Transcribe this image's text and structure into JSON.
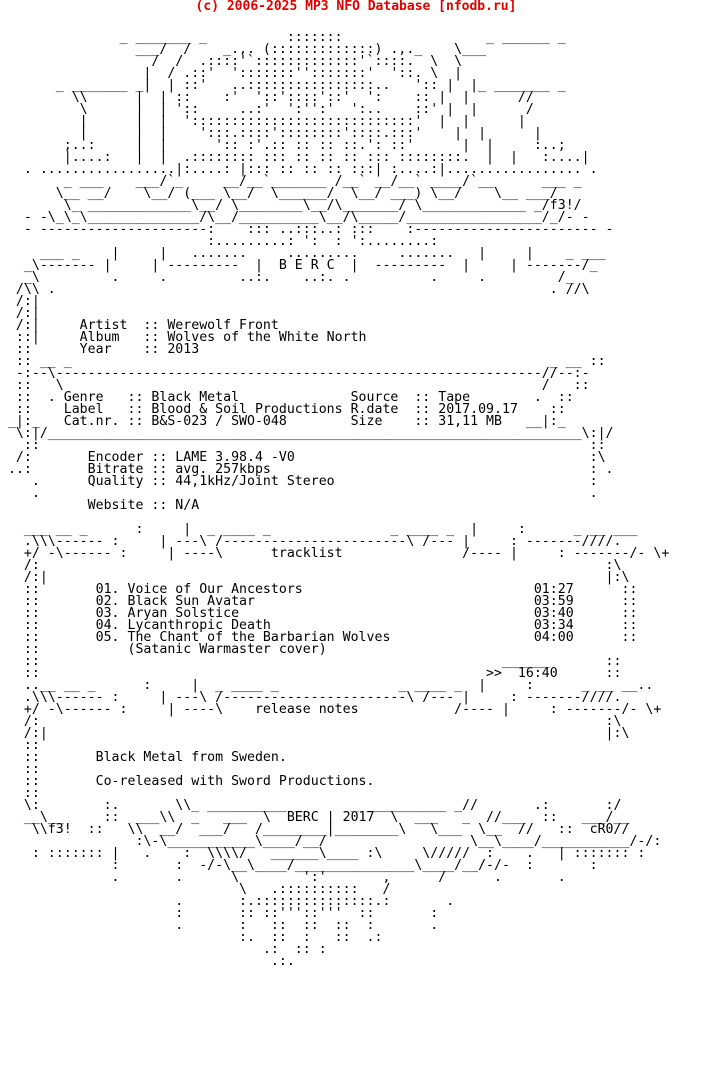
{
  "header": {
    "text": "(c) 2006-2025 MP3 NFO Database [nfodb.ru]",
    "color": "#e00000"
  },
  "art": {
    "logo": [
      "                ",
      "               _ _______ _          :::::::                  _ ______ _",
      "                 ___/  /    _.,. (:::::::::::::) .,._    \\___",
      "                   /  /  .::::'`:::::::::::::'`::::.  \\  \\",
      "                  |  / .::'  ':::::::'':::::::'  '::. \\  |",
      "       _ _______ _|  | ::'   ..::::::::::::::::..   ':: |  |_ _______ _",
      "         \\\\      |  | ::    :'  '::'::::'::'  ':    :: |  |      //",
      "          \\      |  | '::     ..:'  ':'':'  ':..    ::' |  |      /",
      "          |      |  |  '::::::::::::::::::::::::::::'  |  |      |",
      "          |      |  |    ':::.::::'::::::::'::::.:::'    |  |      |",
      "        ;..:     |  |      ':: :'.:: :: :: ::.': ::'      |  |     :..;",
      "        |....:   |  |  .:::::::: ::: :: :: :: ::: ::::::::.  |  |   :....|",
      "   . .................|:....: |::: :: :: :: :::| :....:|................. .",
      "        _ ___    ___/`_     __/__`_______ /__` __/__` ____/`__      ___ _",
      "       \\__ __/    \\__/ (___ \\__/  \\______/  \\__/ ___) \\__/    \\__ ___/",
      "        \\_ _____________\\__/ \\________\\__/\\_______/ \\_____________ _/f3!/",
      "   - -\\_\\_\\______________/\\__/__________\\__/\\_____/_________________/_/- -",
      "   - ---------------------:    ::: ..:::..: :::    :----------------------- -",
      "                          :.........: ':  : ':........:",
      "     ___ _    |     |   .......     .........     .......   |     |    _ ___",
      "   _\\------- |     | ---------  |  B E R C  |  ---------  |     | -------/_",
      "   _\\         .     .         ..:.    ..:. .          .     .         /_",
      "  /\\\\ .                                                              . //\\",
      "  /:|"
    ]
  },
  "release": {
    "artist_label": "Artist",
    "artist": "Werewolf Front",
    "album_label": "Album",
    "album": "Wolves of the White North",
    "year_label": "Year",
    "year": "2013",
    "genre_label": "Genre",
    "genre": "Black Metal",
    "label_label": "Label",
    "label": "Blood & Soil Productions",
    "catnr_label": "Cat.nr.",
    "catnr": "B&S-023 / SWO-048",
    "source_label": "Source",
    "source": "Tape",
    "rdate_label": "R.date",
    "rdate": "2017.09.17",
    "size_label": "Size",
    "size": "31,11 MB",
    "encoder_label": "Encoder",
    "encoder": "LAME 3.98.4 -V0",
    "bitrate_label": "Bitrate",
    "bitrate": "avg. 257kbps",
    "quality_label": "Quality",
    "quality": "44,1kHz/Joint Stereo",
    "website_label": "Website",
    "website": "N/A"
  },
  "tracklist": {
    "title": "tracklist",
    "tracks": [
      {
        "num": "01.",
        "title": "Voice of Our Ancestors",
        "time": "01:27"
      },
      {
        "num": "02.",
        "title": "Black Sun Avatar",
        "time": "03:59"
      },
      {
        "num": "03.",
        "title": "Aryan Solstice",
        "time": "03:40"
      },
      {
        "num": "04.",
        "title": "Lycanthropic Death",
        "time": "03:34"
      },
      {
        "num": "05.",
        "title": "The Chant of the Barbarian Wolves",
        "time": "04:00"
      }
    ],
    "note": "(Satanic Warmaster cover)",
    "total_prefix": ">>",
    "total": "16:40"
  },
  "release_notes": {
    "title": "release notes",
    "lines": [
      "Black Metal from Sweden.",
      "Co-released with Sword Productions."
    ]
  },
  "footer": {
    "group": "BERC",
    "year": "2017",
    "tag_left": "f3!",
    "tag_right": "cR0"
  }
}
